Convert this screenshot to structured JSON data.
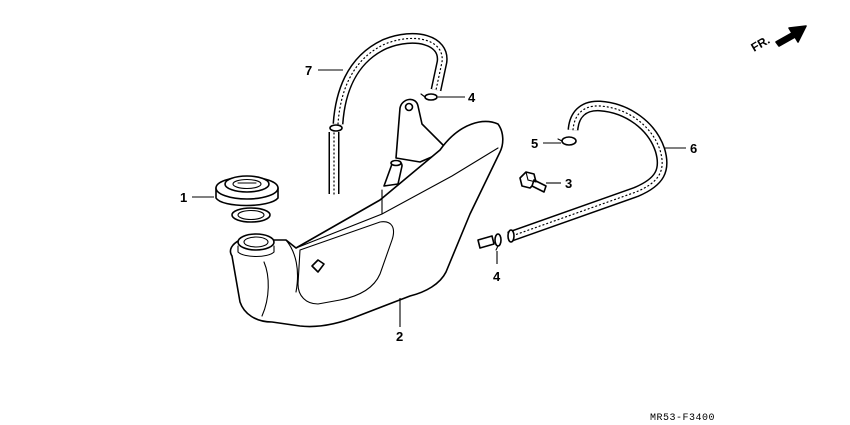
{
  "direction_indicator": {
    "label": "FR."
  },
  "callouts": [
    {
      "id": "1",
      "label": "1"
    },
    {
      "id": "2",
      "label": "2"
    },
    {
      "id": "3",
      "label": "3"
    },
    {
      "id": "4a",
      "label": "4"
    },
    {
      "id": "4b",
      "label": "4"
    },
    {
      "id": "5",
      "label": "5"
    },
    {
      "id": "6",
      "label": "6"
    },
    {
      "id": "7",
      "label": "7"
    }
  ],
  "diagram_code": "MR53-F3400",
  "icons": {
    "direction": "front-arrow-icon"
  },
  "colors": {
    "line": "#000000",
    "background": "#ffffff"
  }
}
